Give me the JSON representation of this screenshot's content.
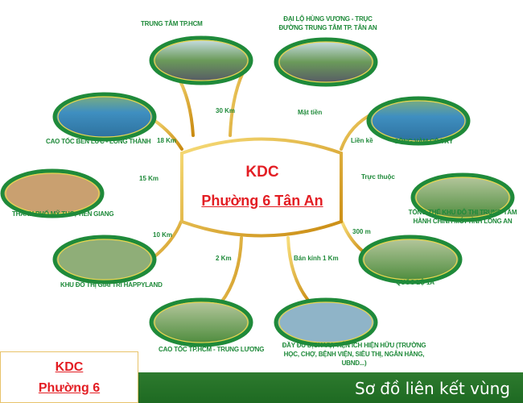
{
  "center": {
    "line1": "KDC",
    "line2": "Phường 6 Tân An"
  },
  "nodes": [
    {
      "label": "TRUNG TÂM TP.HCM",
      "distance": "30 Km"
    },
    {
      "label": "ĐẠI LỘ HÙNG VƯƠNG - TRỤC ĐƯỜNG TRUNG TÂM TP. TÂN AN",
      "distance": "Mặt tiền"
    },
    {
      "label": "CAO TỐC BẾN LỨC - LONG THÀNH",
      "distance": "18 Km"
    },
    {
      "label": "SÔNG VÀM CỎ TÂY",
      "distance": "Liền kề"
    },
    {
      "label": "THÀNH PHỐ MỸ THO, TIỀN GIANG",
      "distance": "15 Km"
    },
    {
      "label": "TỔNG THỂ KHU ĐÔ THỊ TRUNG TÂM HÀNH CHÍNH MỚI TỈNH LONG AN",
      "distance": "Trực thuộc"
    },
    {
      "label": "KHU ĐÔ THỊ GIẢI TRÍ HAPPYLAND",
      "distance": "10 Km"
    },
    {
      "label": "QUỐC LỘ 1A",
      "distance": "300 m"
    },
    {
      "label": "CAO TỐC TP.HCM - TRUNG LƯƠNG",
      "distance": "2 Km"
    },
    {
      "label": "ĐẦY ĐỦ DỊCH VỤ, TIỆN ÍCH HIỆN HỮU (TRƯỜNG HỌC, CHỢ, BỆNH VIỆN, SIÊU THỊ, NGÂN HÀNG, UBND...)",
      "distance": "Bán kính 1 Km"
    }
  ],
  "tag": {
    "line1": "KDC",
    "line2": "Phường 6"
  },
  "banner": {
    "title": "Sơ đồ liên kết vùng"
  },
  "colors": {
    "green": "#1f8a3a",
    "gold": "#e0a820",
    "red": "#e31e24"
  }
}
